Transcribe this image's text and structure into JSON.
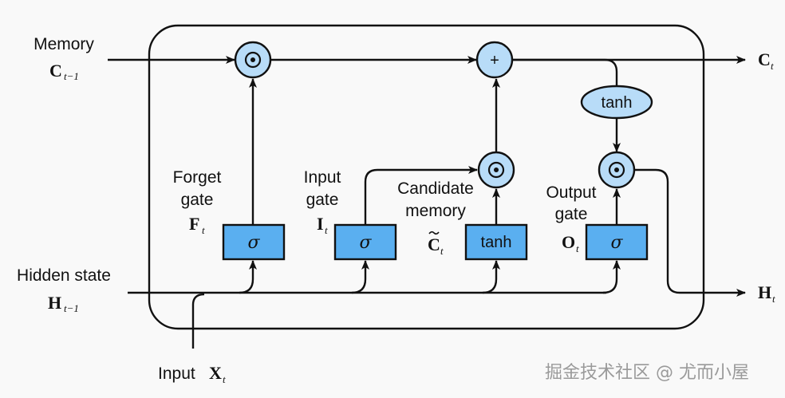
{
  "labels": {
    "memory": "Memory",
    "c_prev": "C",
    "c_prev_sub": "t−1",
    "hidden_state": "Hidden state",
    "h_prev": "H",
    "h_prev_sub": "t−1",
    "forget_gate_line1": "Forget",
    "forget_gate_line2": "gate",
    "f_t": "F",
    "input_gate_line1": "Input",
    "input_gate_line2": "gate",
    "i_t": "I",
    "candidate_line1": "Candidate",
    "candidate_line2": "memory",
    "c_tilde": "C",
    "output_gate_line1": "Output",
    "output_gate_line2": "gate",
    "o_t": "O",
    "c_t": "C",
    "h_t": "H",
    "input_prefix": "Input",
    "x_t": "X",
    "t_sub": "t"
  },
  "nodes": {
    "sigma": "σ",
    "tanh_box": "tanh",
    "tanh_ellipse": "tanh",
    "plus": "+",
    "hadamard": "⊙"
  },
  "watermark": "掘金技术社区 @ 尤而小屋",
  "colors": {
    "box_fill": "#5aaff0",
    "circle_fill": "#b8dcf8",
    "line": "#111111"
  }
}
